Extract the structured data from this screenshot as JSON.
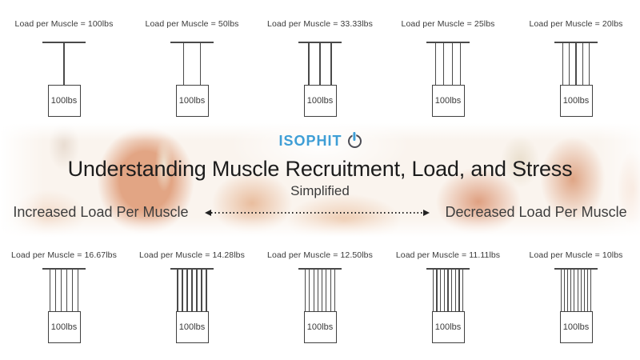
{
  "banner": {
    "logo_text": "ISOPHIT",
    "title": "Understanding Muscle Recruitment, Load, and Stress",
    "subtitle": "Simplified",
    "left_label": "Increased Load Per Muscle",
    "right_label": "Decreased Load Per Muscle",
    "brand_blue": "#3E9ED6",
    "icon_ring_color": "#4C4C54"
  },
  "diagrams": {
    "top": [
      {
        "label": "Load per Muscle = 100lbs",
        "muscles": 1,
        "weight": "100lbs"
      },
      {
        "label": "Load per Muscle = 50lbs",
        "muscles": 2,
        "weight": "100lbs"
      },
      {
        "label": "Load per Muscle = 33.33lbs",
        "muscles": 3,
        "weight": "100lbs"
      },
      {
        "label": "Load per Muscle = 25lbs",
        "muscles": 4,
        "weight": "100lbs"
      },
      {
        "label": "Load per Muscle = 20lbs",
        "muscles": 5,
        "weight": "100lbs"
      }
    ],
    "bottom": [
      {
        "label": "Load per Muscle = 16.67lbs",
        "muscles": 6,
        "weight": "100lbs"
      },
      {
        "label": "Load per Muscle = 14.28lbs",
        "muscles": 7,
        "weight": "100lbs"
      },
      {
        "label": "Load per Muscle = 12.50lbs",
        "muscles": 8,
        "weight": "100lbs"
      },
      {
        "label": "Load per Muscle = 11.11lbs",
        "muscles": 9,
        "weight": "100lbs"
      },
      {
        "label": "Load per Muscle = 10lbs",
        "muscles": 10,
        "weight": "100lbs"
      }
    ]
  }
}
